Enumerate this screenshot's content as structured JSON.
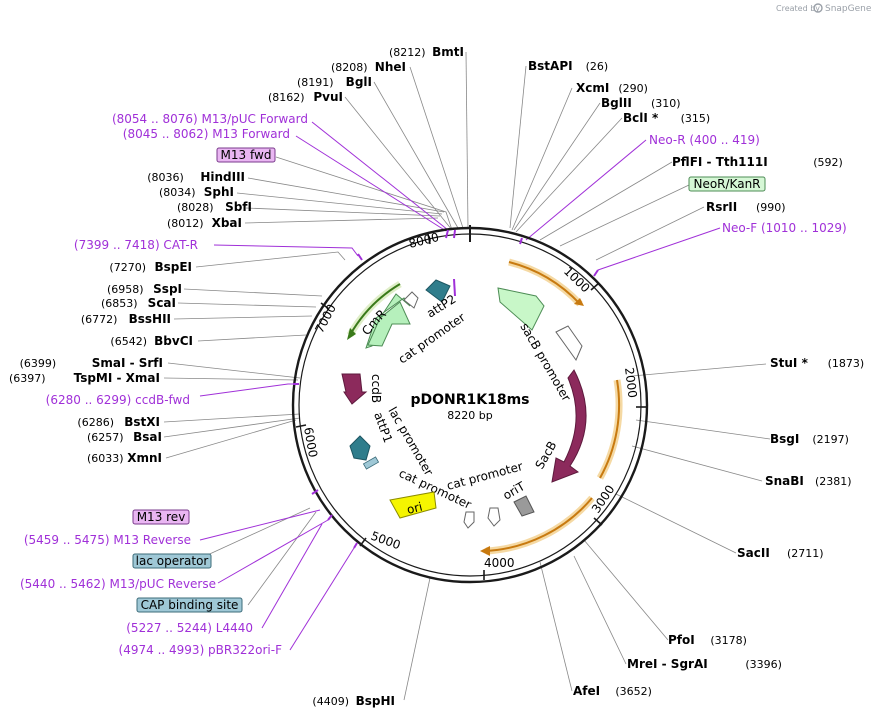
{
  "branding": {
    "created_by": "Created by",
    "app_name": "SnapGene",
    "logo_icon": "snapgene-logo-icon"
  },
  "plasmid": {
    "name": "pDONR1K18ms",
    "size_label": "8220 bp",
    "length": 8220
  },
  "tick_marks": [
    {
      "pos": 1000,
      "label": "1000"
    },
    {
      "pos": 2000,
      "label": "2000"
    },
    {
      "pos": 3000,
      "label": "3000"
    },
    {
      "pos": 4000,
      "label": "4000"
    },
    {
      "pos": 5000,
      "label": "5000"
    },
    {
      "pos": 6000,
      "label": "6000"
    },
    {
      "pos": 7000,
      "label": "7000"
    },
    {
      "pos": 8000,
      "label": "8000"
    }
  ],
  "restriction_sites": [
    {
      "name": "BmtI",
      "pos_label": "(8212)",
      "pos": 8212
    },
    {
      "name": "NheI",
      "pos_label": "(8208)",
      "pos": 8208
    },
    {
      "name": "BglI",
      "pos_label": "(8191)",
      "pos": 8191
    },
    {
      "name": "PvuI",
      "pos_label": "(8162)",
      "pos": 8162
    },
    {
      "name": "HindIII",
      "pos_label": "(8036)",
      "pos": 8036
    },
    {
      "name": "SphI",
      "pos_label": "(8034)",
      "pos": 8034
    },
    {
      "name": "SbfI",
      "pos_label": "(8028)",
      "pos": 8028
    },
    {
      "name": "XbaI",
      "pos_label": "(8012)",
      "pos": 8012
    },
    {
      "name": "BspEI",
      "pos_label": "(7270)",
      "pos": 7270
    },
    {
      "name": "SspI",
      "pos_label": "(6958)",
      "pos": 6958
    },
    {
      "name": "ScaI",
      "pos_label": "(6853)",
      "pos": 6853
    },
    {
      "name": "BssHII",
      "pos_label": "(6772)",
      "pos": 6772
    },
    {
      "name": "BbvCI",
      "pos_label": "(6542)",
      "pos": 6542
    },
    {
      "name": "SmaI  -  SrfI",
      "pos_label": "(6399)",
      "pos": 6399
    },
    {
      "name": "TspMI  -  XmaI",
      "pos_label": "(6397)",
      "pos": 6397
    },
    {
      "name": "BstXI",
      "pos_label": "(6286)",
      "pos": 6286
    },
    {
      "name": "BsaI",
      "pos_label": "(6257)",
      "pos": 6257
    },
    {
      "name": "XmnI",
      "pos_label": "(6033)",
      "pos": 6033
    },
    {
      "name": "BspHI",
      "pos_label": "(4409)",
      "pos": 4409
    },
    {
      "name": "BstAPI",
      "pos_label": "(26)",
      "pos": 26
    },
    {
      "name": "XcmI",
      "pos_label": "(290)",
      "pos": 290
    },
    {
      "name": "BglII",
      "pos_label": "(310)",
      "pos": 310
    },
    {
      "name": "BclI *",
      "pos_label": "(315)",
      "pos": 315
    },
    {
      "name": "PflFI  -  Tth111I",
      "pos_label": "(592)",
      "pos": 592
    },
    {
      "name": "RsrII",
      "pos_label": "(990)",
      "pos": 990
    },
    {
      "name": "StuI *",
      "pos_label": "(1873)",
      "pos": 1873
    },
    {
      "name": "BsgI",
      "pos_label": "(2197)",
      "pos": 2197
    },
    {
      "name": "SnaBI",
      "pos_label": "(2381)",
      "pos": 2381
    },
    {
      "name": "SacII",
      "pos_label": "(2711)",
      "pos": 2711
    },
    {
      "name": "PfoI",
      "pos_label": "(3178)",
      "pos": 3178
    },
    {
      "name": "MreI  -  SgrAI",
      "pos_label": "(3396)",
      "pos": 3396
    },
    {
      "name": "AfeI",
      "pos_label": "(3652)",
      "pos": 3652
    }
  ],
  "primers": [
    {
      "text": "(8054 .. 8076)  M13/pUC Forward",
      "pos": 8065
    },
    {
      "text": "(8045 .. 8062)  M13 Forward",
      "pos": 8054
    },
    {
      "text": "(7399 .. 7418)  CAT-R",
      "pos": 7409
    },
    {
      "text": "(6280 .. 6299)  ccdB-fwd",
      "pos": 6290
    },
    {
      "text": "(5459 .. 5475)  M13 Reverse",
      "pos": 5467
    },
    {
      "text": "(5440 .. 5462)  M13/pUC Reverse",
      "pos": 5451
    },
    {
      "text": "(5227 .. 5244)  L4440",
      "pos": 5236
    },
    {
      "text": "(4974 .. 4993)  pBR322ori-F",
      "pos": 4984
    },
    {
      "text": "Neo-R   (400 .. 419)",
      "pos": 410
    },
    {
      "text": "Neo-F   (1010 .. 1029)",
      "pos": 1020
    }
  ],
  "boxed_features": [
    {
      "text": "M13 fwd",
      "style": "purple",
      "pos": 8058
    },
    {
      "text": "NeoR/KanR",
      "style": "green",
      "pos": 300
    },
    {
      "text": "M13 rev",
      "style": "purple",
      "pos": 5460
    },
    {
      "text": "lac operator",
      "style": "teal",
      "pos": 5420
    },
    {
      "text": "CAP binding site",
      "style": "teal",
      "pos": 5380
    }
  ],
  "features": [
    {
      "name": "CmR",
      "color": "#b6f0bc"
    },
    {
      "name": "attP2",
      "color": "#2f7d8c"
    },
    {
      "name": "cat promoter",
      "color": "#ffffff"
    },
    {
      "name": "sacB promoter",
      "color": "#ffffff"
    },
    {
      "name": "SacB",
      "color": "#8c2a5c"
    },
    {
      "name": "ccdB",
      "color": "#8c2a5c"
    },
    {
      "name": "lac promoter",
      "color": "#ffffff"
    },
    {
      "name": "attP1",
      "color": "#2f7d8c"
    },
    {
      "name": "cat promoter",
      "color": "#ffffff"
    },
    {
      "name": "cat promoter",
      "color": "#ffffff"
    },
    {
      "name": "oriT",
      "color": "#9a9a9a"
    },
    {
      "name": "ori",
      "color": "#f5f500"
    }
  ],
  "colors": {
    "backbone": "#1a1a1a",
    "primer": "#a030d8",
    "orf_arrow": "#c87a10",
    "orf_highlight": "#f5d9a3",
    "leader_line": "#888888",
    "green_orf": "#3a7a1a",
    "green_highlight": "#dfeec8",
    "box_purple": "#e9b6f2",
    "box_green": "#d6f7d6",
    "box_teal": "#9fc8d6"
  }
}
